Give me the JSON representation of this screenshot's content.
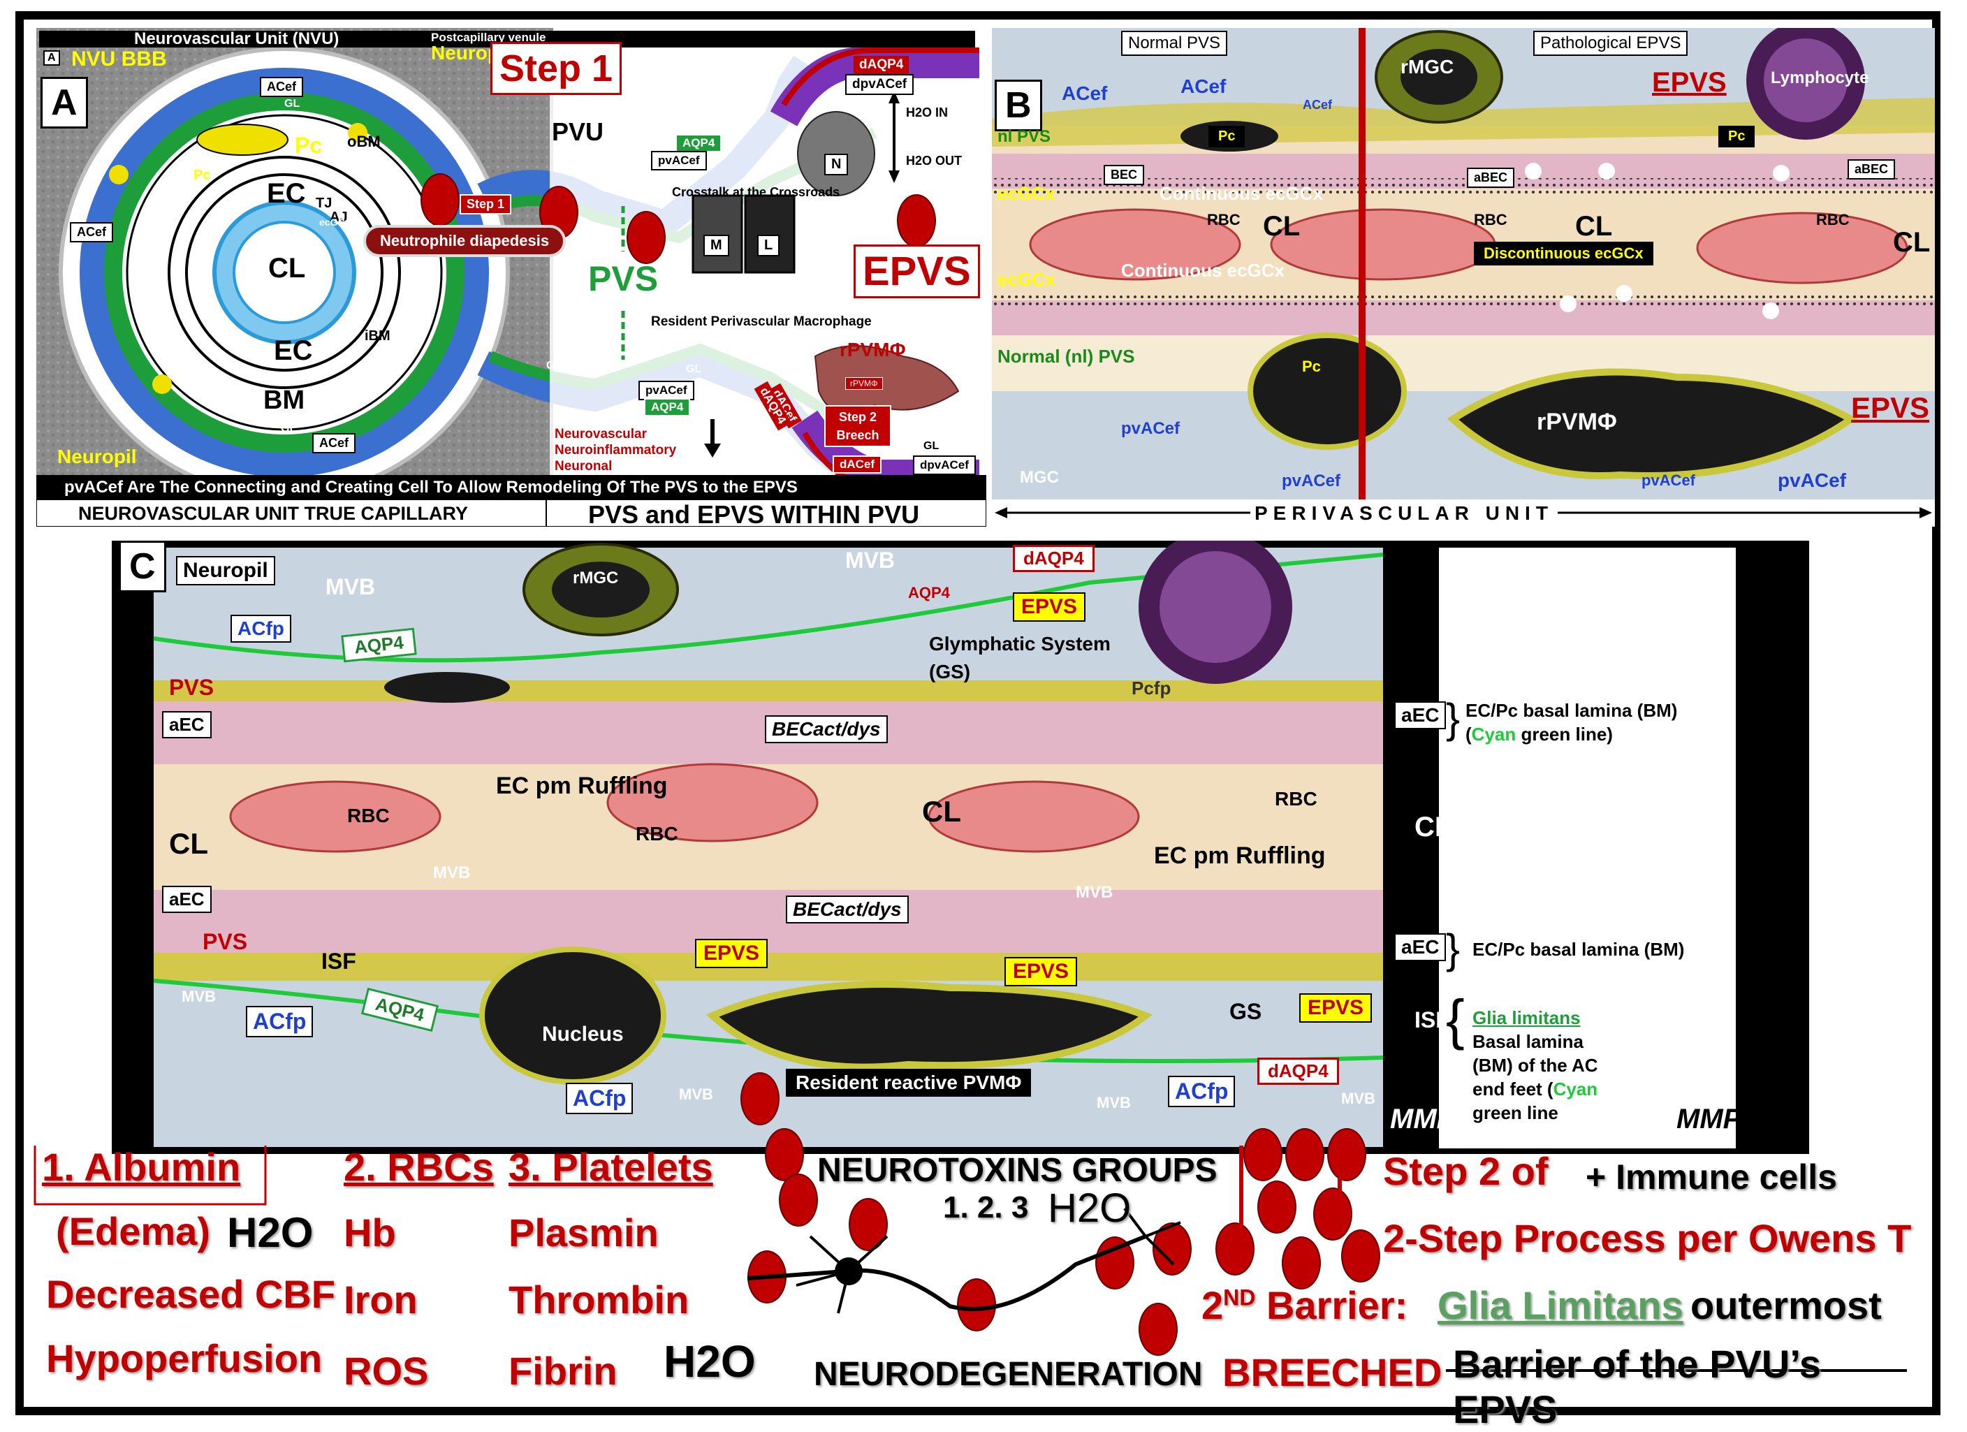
{
  "panelA": {
    "letter": "A",
    "small_a": "A",
    "top_label": "Neurovascular Unit (NVU)",
    "postcap_label": "Postcapillary venule",
    "nvu_bbb": "NVU BBB",
    "neuropil_top": "Neuropil",
    "neuropil_bottom": "Neuropil",
    "step1": "Step 1",
    "step1_small": "Step 1",
    "neutrophile": "Neutrophile diapedesis",
    "pvu": "PVU",
    "pvs": "PVS",
    "epvs": "EPVS",
    "crosstalk": "Crosstalk at the Crossroads",
    "resident_macrophage": "Resident Perivascular Macrophage",
    "rpvm": "rPVMΦ",
    "rpvm_small": "rPVMΦ",
    "daqp4": "dAQP4",
    "dpvacef": "dpvACef",
    "aqp4_1": "AQP4",
    "pvacef_1": "pvACef",
    "aqp4_2": "AQP4",
    "pvacef_2": "pvACef",
    "h2o_in": "H2O IN",
    "h2o_out": "H2O OUT",
    "m": "M",
    "l": "L",
    "n": "N",
    "acef_1": "ACef",
    "acef_2": "ACef",
    "acef_3": "ACef",
    "gl_labels": [
      "GL",
      "GL",
      "GL",
      "GL",
      "GL",
      "GL",
      "GL"
    ],
    "pc": "Pc",
    "pc2": "Pc",
    "obm": "oBM",
    "ec_top": "EC",
    "ec_bottom": "EC",
    "tj": "TJ",
    "aj": "AJ",
    "cl": "CL",
    "ecgcx": "ecGCx",
    "ibm": "iBM",
    "bm": "BM",
    "dacef": "dACef",
    "dacef2": "dACef",
    "daqp4_2": "dAQP4",
    "step2": "Step 2 Breech",
    "dpvacef_2": "dpvACef",
    "neuro_lines": [
      "Neurovascular",
      "Neuroinflammatory",
      "Neuronal"
    ],
    "caption": "pvACef Are The Connecting and Creating Cell To Allow Remodeling Of  The PVS to the EPVS",
    "footer_left": "NEUROVASCULAR UNIT TRUE CAPILLARY",
    "footer_right": "PVS and EPVS WITHIN PVU"
  },
  "panelB": {
    "letter": "B",
    "normal_pvs": "Normal PVS",
    "pathological": "Pathological EPVS",
    "rmgc": "rMGC",
    "lymphocyte": "Lymphocyte",
    "acef1": "ACef",
    "acef2": "ACef",
    "acef3": "ACef",
    "epvs_top": "EPVS",
    "nl_pvs": "nl PVS",
    "pc1": "Pc",
    "pc2": "Pc",
    "pc3": "Pc",
    "bec": "BEC",
    "abec1": "aBEC",
    "abec2": "aBEC",
    "ecgcx_left": "ecGCx",
    "continuous1": "Continuous ecGCx",
    "continuous2": "Continuous ecGCx",
    "ecgcx_left2": "ecGCx",
    "rbc1": "RBC",
    "rbc2": "RBC",
    "rbc3": "RBC",
    "cl1": "CL",
    "cl2": "CL",
    "cl3": "CL",
    "discontinuous": "Discontinuous ecGCx",
    "normal_nl_pvs": "Normal (nl) PVS",
    "rpvm": "rPVMΦ",
    "epvs_right": "EPVS",
    "pvacef1": "pvACef",
    "pvacef2": "pvACef",
    "pvacef3": "pvACef",
    "pvacef4": "pvACef",
    "mgc": "MGC",
    "footer": "PERIVASCULAR UNIT"
  },
  "panelC": {
    "letter": "C",
    "neuropil": "Neuropil",
    "mvb_top": "MVB",
    "mvb_top2": "MVB",
    "rmgc": "rMGC",
    "daqp4_top": "dAQP4",
    "aqp4_top": "AQP4",
    "acfp_top": "ACfp",
    "aqp4_green": "AQP4",
    "epvs_top": "EPVS",
    "glymphatic": "Glymphatic System",
    "gs_top": "(GS)",
    "pcfp": "Pcfp",
    "pvs_top": "PVS",
    "aec1": "aEC",
    "becact1": "BECact/dys",
    "ec_pm_ruffling1": "EC pm Ruffling",
    "ec_pm_ruffling2": "EC pm Ruffling",
    "rbc1": "RBC",
    "rbc2": "RBC",
    "rbc3": "RBC",
    "cl_left": "CL",
    "cl_mid": "CL",
    "mvb_mid": "MVB",
    "mvb_mid2": "MVB",
    "aec2": "aEC",
    "becact2": "BECact/dys",
    "pvs_bottom": "PVS",
    "isf": "ISF",
    "epvs1": "EPVS",
    "epvs2": "EPVS",
    "epvs3": "EPVS",
    "gs_bottom": "GS",
    "mvb_bottom": "MVB",
    "acfp_bottom": "ACfp",
    "aqp4_bottom": "AQP4",
    "nucleus": "Nucleus",
    "resident": "Resident reactive PVMΦ",
    "acfp_bottom2": "ACfp",
    "acfp_bottom3": "ACfp",
    "daqp4_bottom": "dAQP4",
    "mvb_b1": "MVB",
    "mvb_b2": "MVB",
    "mvb_b3": "MVB",
    "mmps1": "MMPs",
    "mmps2": "MMPs",
    "legend": {
      "aec1": "aEC",
      "cl": "CL",
      "aec2": "aEC",
      "isf": "ISF",
      "bm1_a": "EC/Pc basal lamina (BM)",
      "bm1_b_pre": "(",
      "bm1_b_cyan": "Cyan",
      "bm1_b_post": " green line)",
      "bm2": "EC/Pc basal lamina (BM)",
      "glia": "Glia limitans",
      "gl_lines": [
        "Basal lamina",
        "(BM) of the AC",
        "end feet ("
      ],
      "gl_cyan": "Cyan",
      "gl_end": "green line"
    }
  },
  "bottom": {
    "albumin": "1. Albumin",
    "edema": "(Edema)",
    "h2o_1": "H2O",
    "decreased": "Decreased CBF",
    "hypoperfusion": "Hypoperfusion",
    "rbcs": "2. RBCs",
    "hb": "Hb",
    "iron": "Iron",
    "ros": "ROS",
    "platelets": "3. Platelets",
    "plasmin": "Plasmin",
    "thrombin": "Thrombin",
    "fibrin": "Fibrin",
    "h2o_2": "H2O",
    "neurotoxins": "NEUROTOXINS GROUPS",
    "groups": "1. 2. 3",
    "h2o_3": "H2O",
    "neurodegeneration": "NEURODEGENERATION",
    "step2of": "Step 2 of",
    "immune": "+ Immune cells",
    "two_step": "2-Step Process per Owens T",
    "second": "2",
    "nd": "ND",
    "barrier": "Barrier:",
    "glia_limitans": "Glia Limitans",
    "outermost": "outermost",
    "breeched": "BREECHED",
    "barrier_pvu": "Barrier of the PVU’s EPVS"
  },
  "colors": {
    "accent_red": "#c00000",
    "ac_blue": "#3b6fd0",
    "gl_green": "#1e9e3a",
    "pericyte_yellow": "#f0e000",
    "rbc_pink": "#e88a8a",
    "plasma_tan": "#f1dfbf"
  }
}
